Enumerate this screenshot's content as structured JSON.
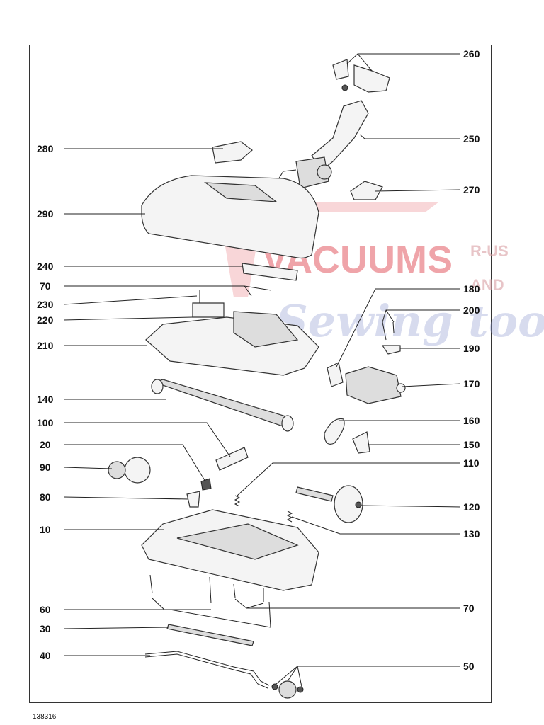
{
  "watermark": {
    "line1": "VACUUMS",
    "side1": "R-US",
    "side2": "AND",
    "line2": "Sewing too"
  },
  "catalog_number": "138316",
  "labels": {
    "l260": "260",
    "l250": "250",
    "l270": "270",
    "l280": "280",
    "l290": "290",
    "l240": "240",
    "l70a": "70",
    "l230": "230",
    "l220": "220",
    "l210": "210",
    "l180": "180",
    "l200": "200",
    "l190": "190",
    "l170": "170",
    "l140": "140",
    "l160": "160",
    "l100": "100",
    "l150": "150",
    "l20": "20",
    "l90": "90",
    "l110": "110",
    "l80": "80",
    "l120": "120",
    "l10": "10",
    "l130": "130",
    "l60": "60",
    "l70b": "70",
    "l30": "30",
    "l40": "40",
    "l50": "50"
  }
}
